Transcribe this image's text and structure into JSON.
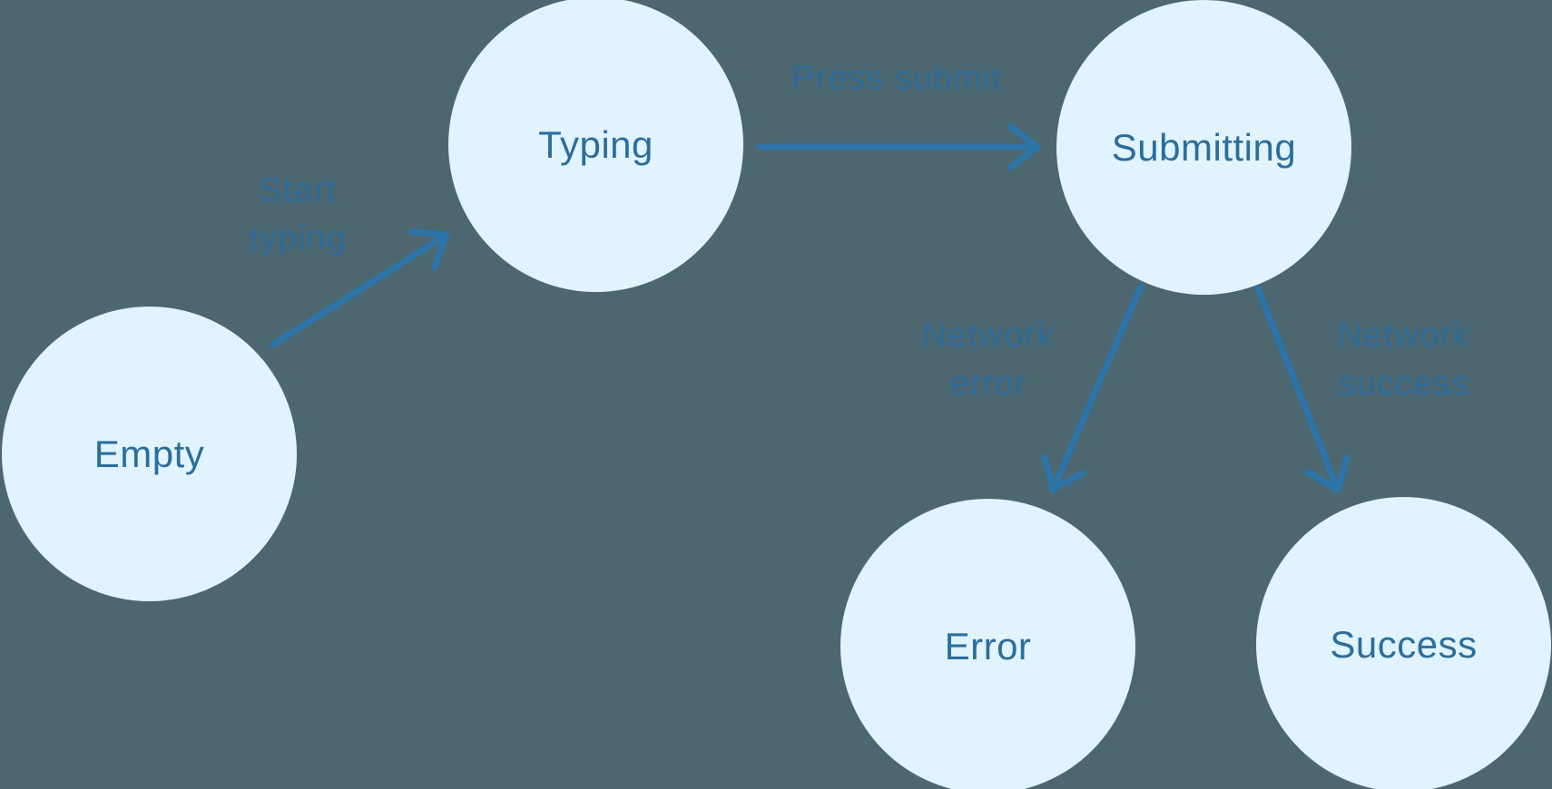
{
  "diagram": {
    "type": "state-machine",
    "background_color": "#4C6770",
    "node_fill_color": "#E1F3FD",
    "node_text_color": "#2A6E9E",
    "edge_label_color": "#2E6B99",
    "arrow_color": "#2D74A8",
    "nodes": [
      {
        "id": "empty",
        "label": "Empty"
      },
      {
        "id": "typing",
        "label": "Typing"
      },
      {
        "id": "submitting",
        "label": "Submitting"
      },
      {
        "id": "error",
        "label": "Error"
      },
      {
        "id": "success",
        "label": "Success"
      }
    ],
    "edges": [
      {
        "from": "empty",
        "to": "typing",
        "label": "Start typing",
        "label_lines": [
          "Start",
          "typing"
        ]
      },
      {
        "from": "typing",
        "to": "submitting",
        "label": "Press submit",
        "label_lines": [
          "Press submit"
        ]
      },
      {
        "from": "submitting",
        "to": "error",
        "label": "Network error",
        "label_lines": [
          "Network",
          "error"
        ]
      },
      {
        "from": "submitting",
        "to": "success",
        "label": "Network success",
        "label_lines": [
          "Network",
          "success"
        ]
      }
    ]
  }
}
